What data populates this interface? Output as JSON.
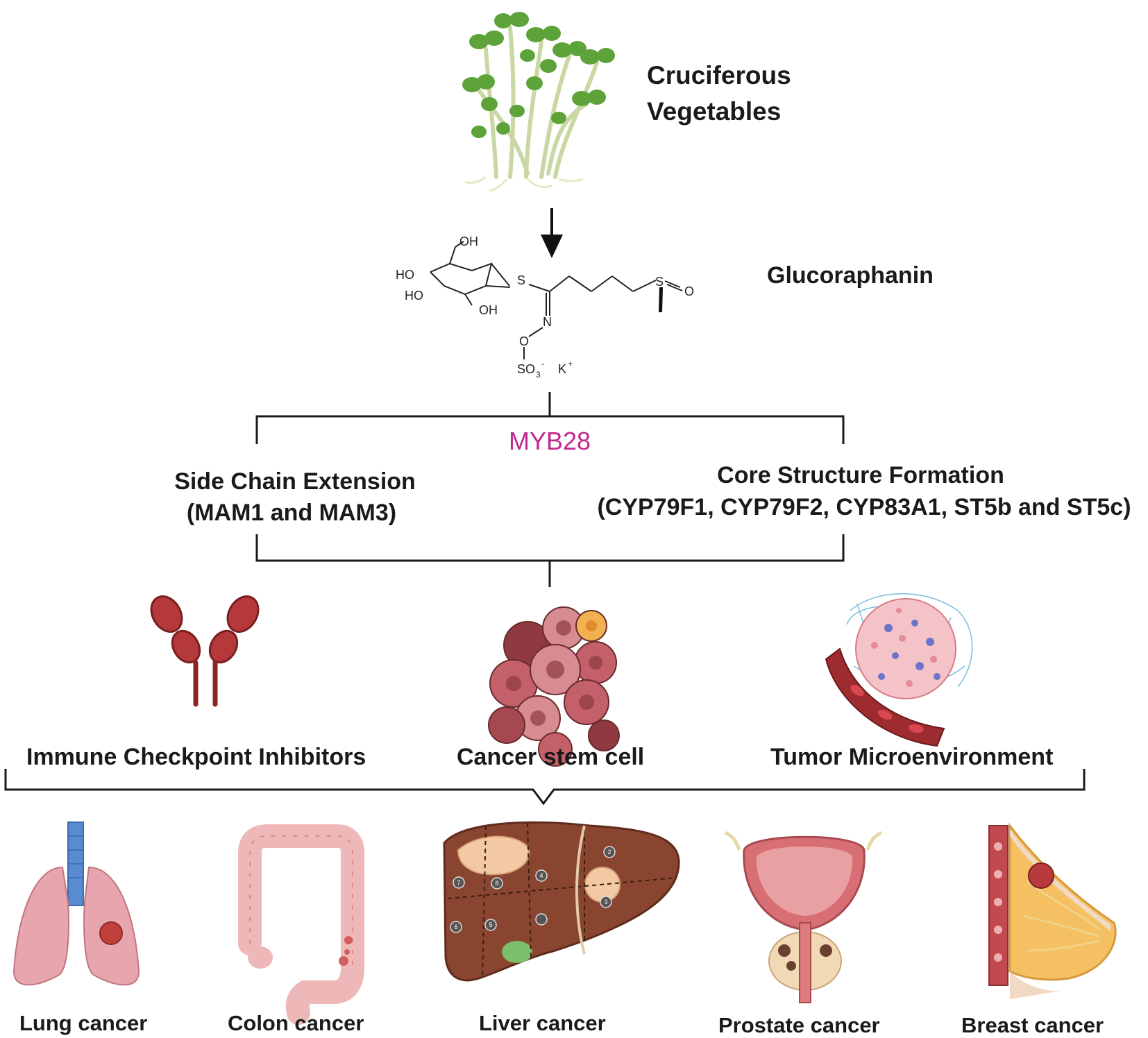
{
  "source": {
    "title_line1": "Cruciferous",
    "title_line2": "Vegetables"
  },
  "compound": {
    "name": "Glucoraphanin",
    "atoms": {
      "oh_top": "OH",
      "ho1": "HO",
      "ho2": "HO",
      "oh_bottom": "OH",
      "s": "S",
      "n": "N",
      "o_link": "O",
      "sulfoxide": "S",
      "o_eq": "O",
      "so3": "SO",
      "so3_sub": "3",
      "so3_sup": "-",
      "k": "K",
      "k_sup": "+"
    }
  },
  "regulator": {
    "name": "MYB28",
    "color": "#c0288f"
  },
  "pathways": {
    "left": {
      "title": "Side Chain Extension",
      "genes": "(MAM1 and MAM3)"
    },
    "right": {
      "title": "Core Structure Formation",
      "genes": "(CYP79F1, CYP79F2, CYP83A1, ST5b and ST5c)"
    }
  },
  "targets": [
    "Immune Checkpoint Inhibitors",
    "Cancer stem cell",
    "Tumor Microenvironment"
  ],
  "cancers": [
    "Lung cancer",
    "Colon cancer",
    "Liver cancer",
    "Prostate cancer",
    "Breast cancer"
  ],
  "liver_segments": [
    "2",
    "3",
    "4",
    "5",
    "6",
    "7",
    "8"
  ],
  "colors": {
    "line": "#1a1a1a",
    "antibody": "#b5393b",
    "plant": "#5ea33a"
  }
}
